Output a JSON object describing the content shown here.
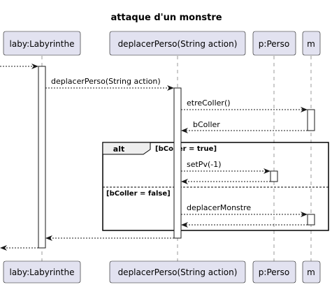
{
  "diagram": {
    "title": "attaque d'un monstre",
    "participants": [
      {
        "id": "laby",
        "label": "laby:Labyrinthe"
      },
      {
        "id": "dep",
        "label": "deplacerPerso(String action)"
      },
      {
        "id": "perso",
        "label": "p:Perso"
      },
      {
        "id": "m",
        "label": "m"
      }
    ],
    "messages": {
      "deplacer": "deplacerPerso(String action)",
      "etre_coller": "etreColler()",
      "b_coller": "bColler",
      "set_pv": "setPv(-1)",
      "deplacer_monstre": "deplacerMonstre"
    },
    "alt_frame": {
      "keyword": "alt",
      "guard_true": "[bColler = true]",
      "guard_false": "[bColler = false]"
    },
    "colors": {
      "participant_fill": "#E2E2F0",
      "participant_border": "#181818",
      "lifeline": "#999999",
      "arrow": "#181818"
    }
  }
}
